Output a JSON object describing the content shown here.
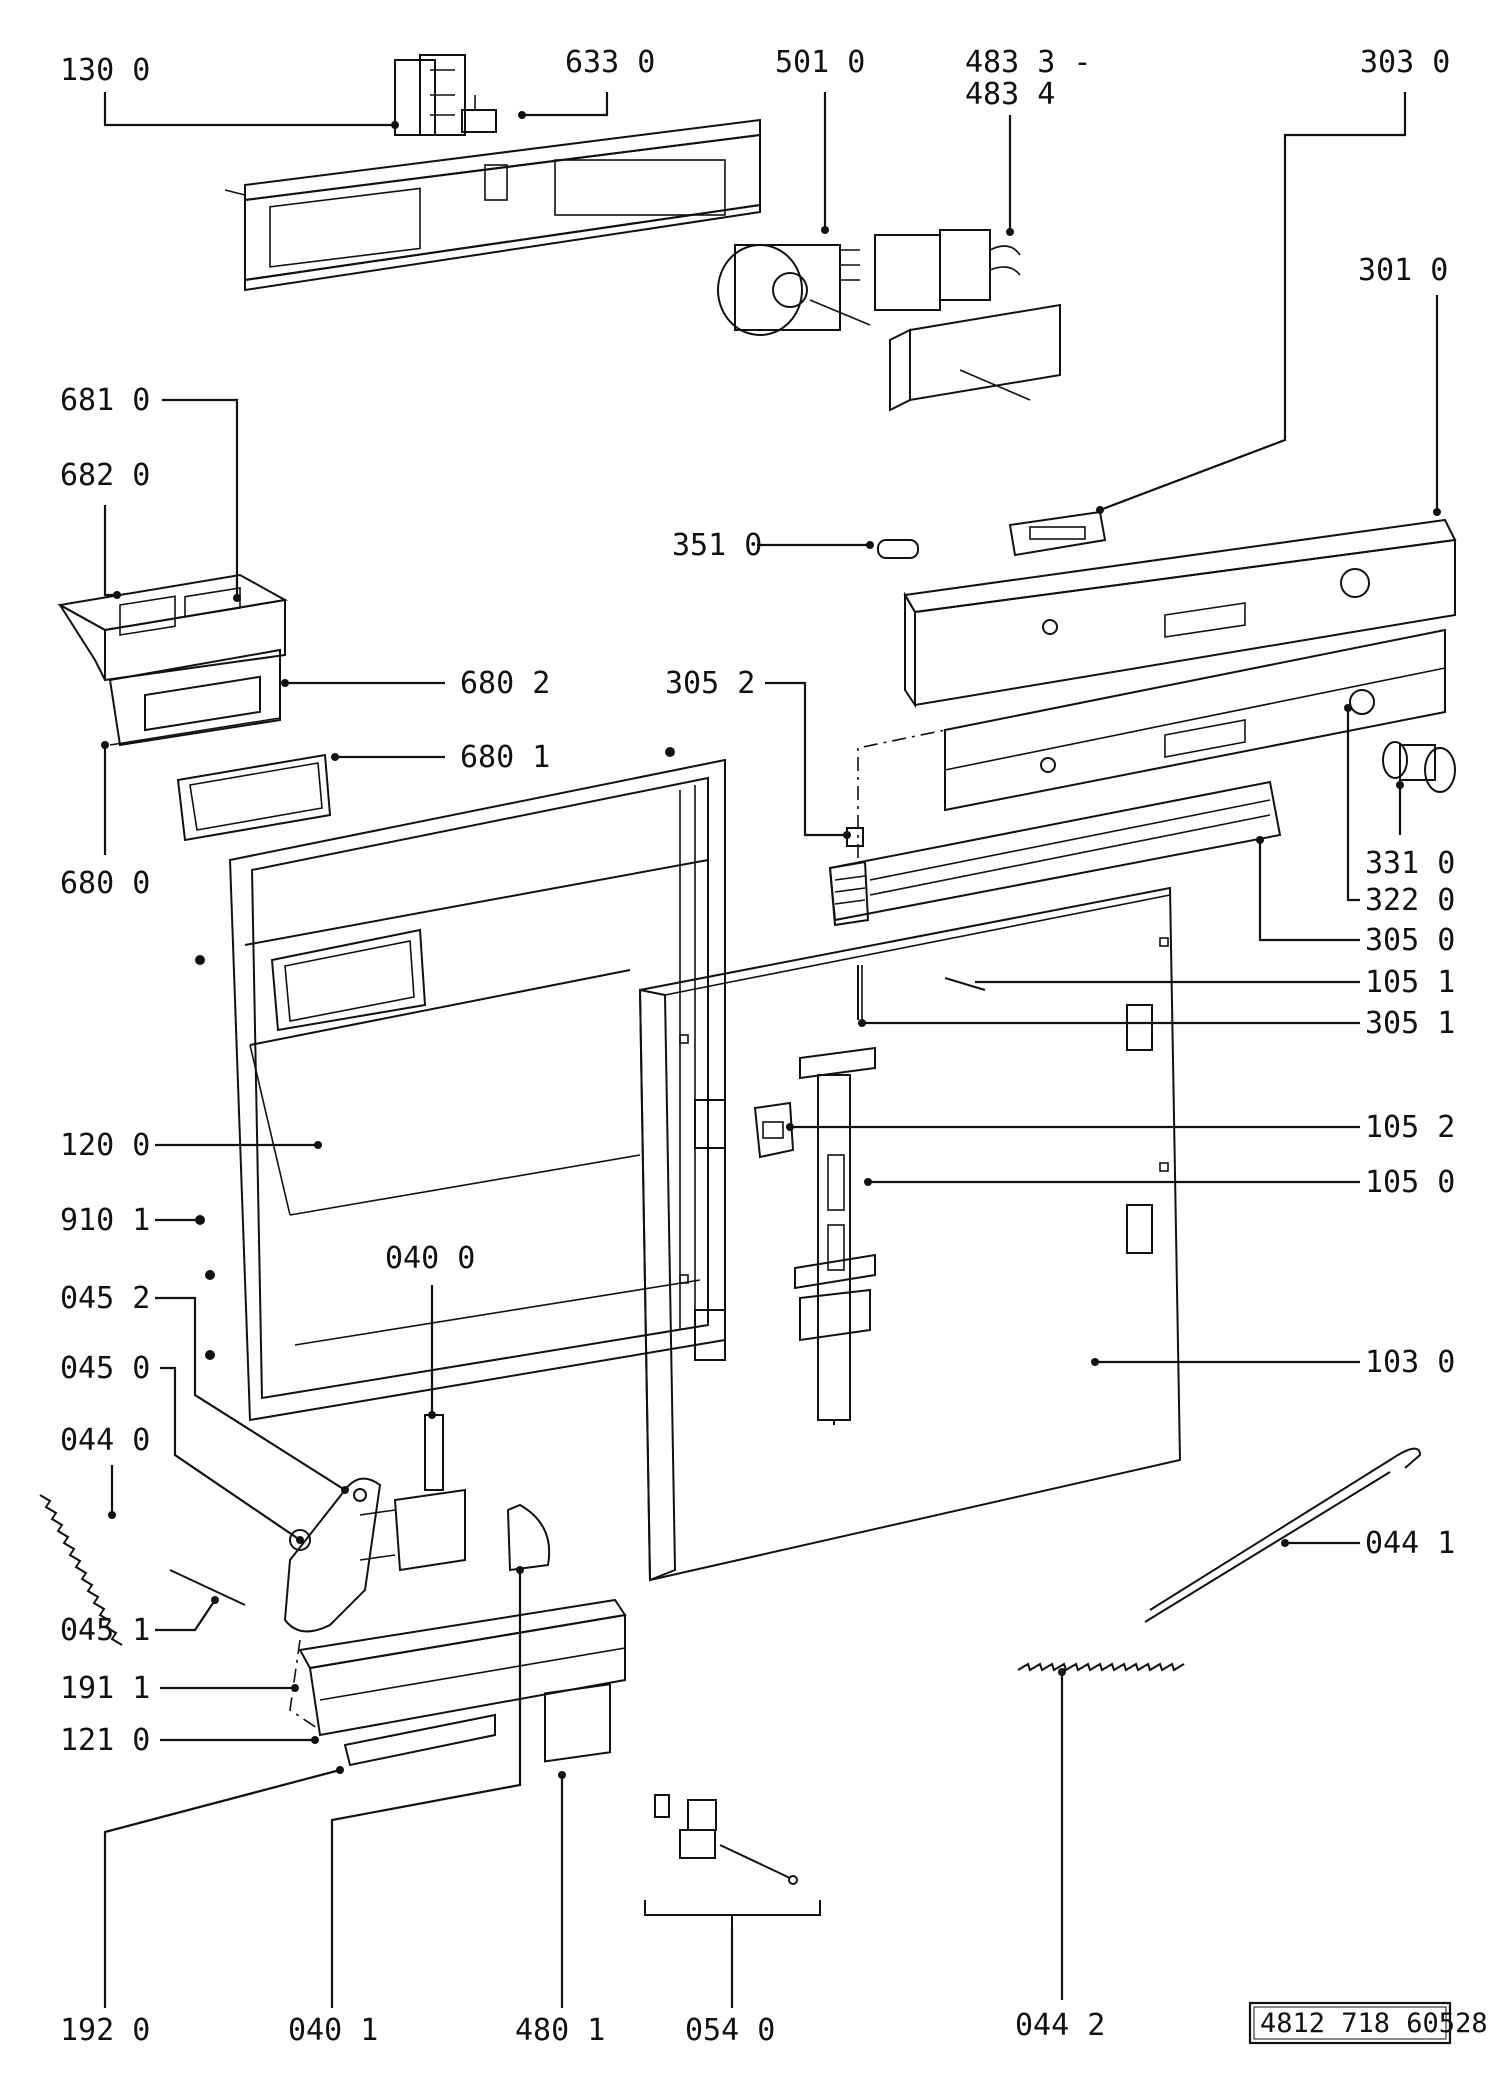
{
  "labels": {
    "l1300": "130 0",
    "l6330": "633 0",
    "l5010": "501 0",
    "l4833": "483 3 -",
    "l4834": "483 4",
    "l3030": "303 0",
    "l3010": "301 0",
    "l6810": "681 0",
    "l6820": "682 0",
    "l3510": "351 0",
    "l6802": "680 2",
    "l3052": "305 2",
    "l6801": "680 1",
    "l6800": "680 0",
    "l3310": "331 0",
    "l3220": "322 0",
    "l3050": "305 0",
    "l1051": "105 1",
    "l3051": "305 1",
    "l1052": "105 2",
    "l1200": "120 0",
    "l1050": "105 0",
    "l9101": "910 1",
    "l0400": "040 0",
    "l0452": "045 2",
    "l0450": "045 0",
    "l1030": "103 0",
    "l0440": "044 0",
    "l0441": "044 1",
    "l0451": "045 1",
    "l1911": "191 1",
    "l1210": "121 0",
    "l1920": "192 0",
    "l0401": "040 1",
    "l4801": "480 1",
    "l0540": "054 0",
    "l0442": "044 2"
  },
  "reference_number": "4812 718 60528"
}
